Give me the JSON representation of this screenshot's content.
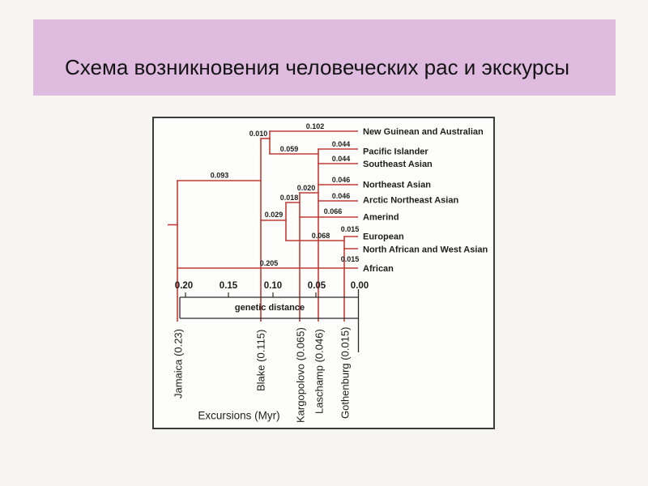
{
  "slide": {
    "title": "Схема возникновения человеческих рас и экскурсы",
    "banner_color": "#debbdf",
    "background_color": "#f7f5f1"
  },
  "chart_data": {
    "type": "dendrogram",
    "xlabel": "genetic distance",
    "x_ticks": [
      "0.20",
      "0.15",
      "0.10",
      "0.05",
      "0.00"
    ],
    "x_range": [
      0.2,
      0.0
    ],
    "tree_color": "#c23b34",
    "axis_color": "#2b2b2b",
    "leaves": [
      {
        "name": "New Guinean and Australian",
        "branch_label": "0.102"
      },
      {
        "name": "Pacific Islander",
        "branch_label": "0.044"
      },
      {
        "name": "Southeast Asian",
        "branch_label": "0.044"
      },
      {
        "name": "Northeast Asian",
        "branch_label": "0.046"
      },
      {
        "name": "Arctic Northeast Asian",
        "branch_label": "0.046"
      },
      {
        "name": "Amerind",
        "branch_label": "0.066"
      },
      {
        "name": "European",
        "branch_label": "0.015"
      },
      {
        "name": "North African and West Asian",
        "branch_label": "0.015"
      },
      {
        "name": "African",
        "branch_label": "0.205"
      }
    ],
    "internal": {
      "b010": "0.010",
      "b059": "0.059",
      "b093": "0.093",
      "b020": "0.020",
      "b018": "0.018",
      "b029": "0.029",
      "b068": "0.068"
    },
    "topology_newick": "(((New Guinean and Australian:0.102,(Pacific Islander:0.044,Southeast Asian:0.044):0.059):0.010,(((Northeast Asian:0.046,Arctic Northeast Asian:0.046):0.020,Amerind:0.066):0.018,(European:0.015,North African and West Asian:0.015):0.068):0.029):0.093,African:0.205)",
    "excursions": {
      "axis_label": "Excursions (Myr)",
      "items": [
        {
          "label": "Jamaica (0.23)"
        },
        {
          "label": "Blake (0.115)"
        },
        {
          "label": "Kargopolovo (0.065)"
        },
        {
          "label": "Laschamp (0.046)"
        },
        {
          "label": "Gothenburg (0.015)"
        }
      ]
    }
  }
}
